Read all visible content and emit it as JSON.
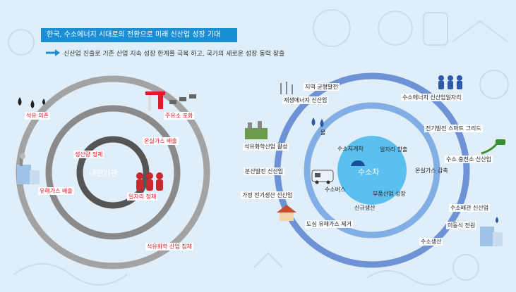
{
  "header": {
    "title": "한국, 수소에너지 시대로의 전환으로 미래 신산업 성장 기대",
    "subtitle": "신산업 진출로 기존 산업 지속 성장 한계를 극복 하고, 국가의 새로운 성장 동력 창출"
  },
  "left_diagram": {
    "center": "내연기관",
    "labels": {
      "oil_dependence": "석유 의존",
      "gas_station_saturation": "주유소 포화",
      "greenhouse_gas": "온실가스 배출",
      "production_stagnation": "생산량 정체",
      "harmful_gas": "유해가스 배출",
      "job_stagnation": "일자리 정체",
      "petrochem_stagnation": "석유화학 산업 침체"
    }
  },
  "right_diagram": {
    "center": "수소차",
    "labels": {
      "regional_balance": "지역 균형발전",
      "renewable_industry": "재생에너지 신산업",
      "hydrogen_jobs": "수소에너지 신산업일자리",
      "smart_grid": "전기발전 스마트 그리드",
      "water": "물",
      "hydrogen_truck": "수소지게차",
      "job_creation": "일자리 창출",
      "petrochem_active": "석유화학산업 활성",
      "charging_industry": "수소 충전소 신산업",
      "distributed_power": "분산발전 신산업",
      "greenhouse_reduction": "온실가스 감축",
      "hydrogen_bus": "수소버스",
      "parts_growth": "부품산업 성장",
      "home_power": "가정 전기생산 신산업",
      "new_production": "신규생산",
      "pipeline_industry": "수소배관 신산업",
      "mobile_power": "이동식 전원",
      "harmful_removal": "도심 유해가스 제거",
      "hydrogen_production": "수소생산"
    }
  },
  "colors": {
    "background": "#dfeef8",
    "accent_blue": "#1a8fd6",
    "red": "#e0192b",
    "gray_ring": "#9a9a9a",
    "dark_ring": "#555555",
    "blue_ring": "#5b86d2"
  }
}
